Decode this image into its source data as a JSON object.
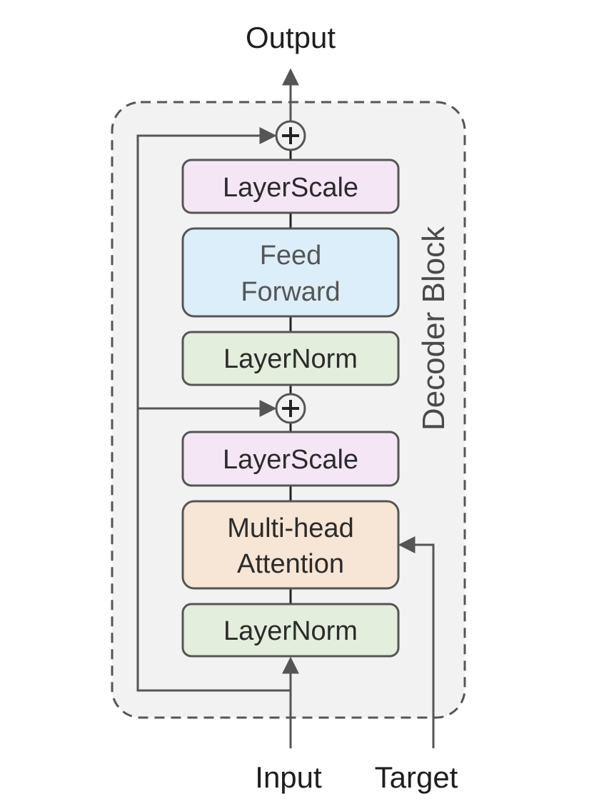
{
  "labels": {
    "output": "Output",
    "input": "Input",
    "target": "Target",
    "block_title": "Decoder Block"
  },
  "boxes": {
    "layerscale_top": "LayerScale",
    "feed_forward_line1": "Feed",
    "feed_forward_line2": "Forward",
    "layernorm_mid": "LayerNorm",
    "layerscale_bottom": "LayerScale",
    "attention_line1": "Multi-head",
    "attention_line2": "Attention",
    "layernorm_bottom": "LayerNorm"
  },
  "colors": {
    "layerscale": "#f5e6f6",
    "feed_forward": "#ddeefb",
    "layernorm": "#e3eedd",
    "attention": "#f7e5d5",
    "block_background": "#f2f2f2",
    "stroke": "#555555"
  },
  "icons": {
    "add": "circled-plus-icon"
  }
}
